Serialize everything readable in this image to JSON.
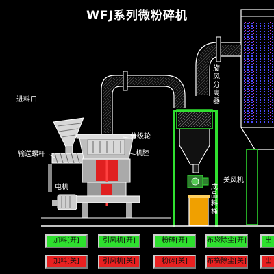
{
  "title": "WFJ系列微粉碎机",
  "labels": {
    "inlet": "进料口",
    "classifier_wheel": "分级轮",
    "screw_feeder": "输送螺杆",
    "chamber": "机腔",
    "motor": "电机",
    "cyclone": "旋风分离器",
    "product_bin": "成品料桶",
    "airlock": "关风机"
  },
  "buttons": {
    "start": [
      "加料[开]",
      "引风机[开]",
      "粉碎[开]",
      "布袋除尘[开]",
      "出"
    ],
    "stop": [
      "加料[关]",
      "引风机[关]",
      "粉碎[关]",
      "布袋除尘[关]",
      "出"
    ]
  },
  "colors": {
    "start_button": "#2ee02e",
    "stop_button": "#e82020",
    "line": "#ffffff",
    "product_bin": "#f0a000",
    "frame": "#30e030",
    "motor": "#2f7f2f"
  }
}
